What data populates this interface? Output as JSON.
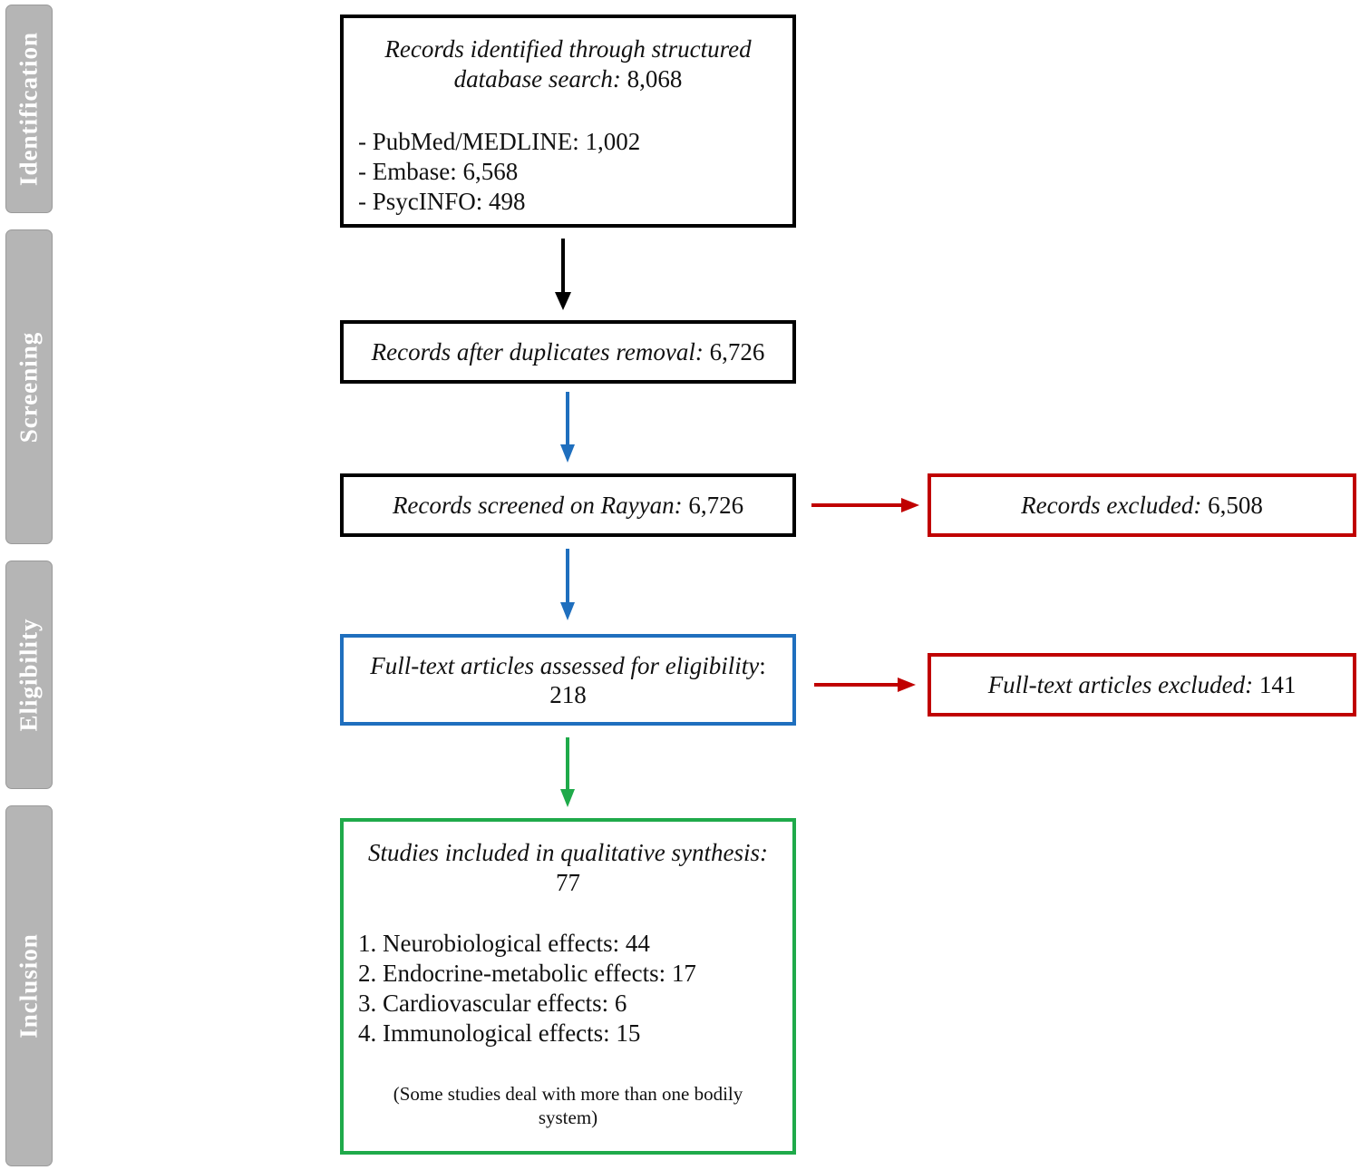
{
  "phases": {
    "identification": "Identification",
    "screening": "Screening",
    "eligibility": "Eligibility",
    "inclusion": "Inclusion"
  },
  "identified": {
    "label": "Records identified through structured database search:",
    "count": "8,068",
    "sources": [
      "- PubMed/MEDLINE: 1,002",
      "- Embase: 6,568",
      "- PsycINFO: 498"
    ]
  },
  "dedup": {
    "label": "Records after duplicates removal:",
    "count": "6,726"
  },
  "screened": {
    "label": "Records screened on Rayyan:",
    "count": "6,726"
  },
  "excluded": {
    "label": "Records excluded:",
    "count": "6,508"
  },
  "fulltext": {
    "label": "Full-text articles assessed for eligibility",
    "colon": ":",
    "count": "218"
  },
  "fulltext_excluded": {
    "label": "Full-text articles excluded:",
    "count": "141"
  },
  "included": {
    "label": "Studies included in qualitative synthesis:",
    "count": "77",
    "items": [
      "1. Neurobiological effects: 44",
      "2. Endocrine-metabolic effects: 17",
      "3. Cardiovascular effects: 6",
      "4. Immunological effects: 15"
    ],
    "note": "(Some studies deal with more than one bodily system)"
  },
  "colors": {
    "black": "#000000",
    "blue": "#1f6fbe",
    "green": "#1faa4a",
    "red": "#c00000",
    "phase_bg": "#b5b5b5"
  }
}
